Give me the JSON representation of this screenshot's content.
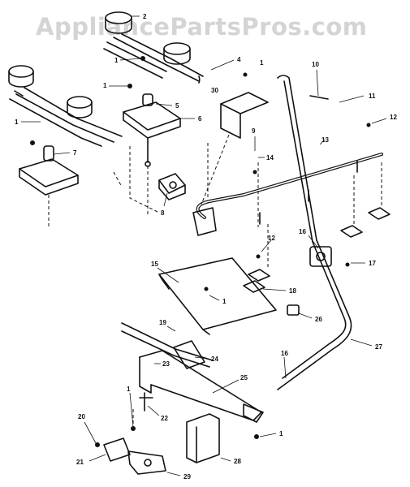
{
  "watermark": "AppliancePartsPros.com",
  "callouts": [
    {
      "id": "c2",
      "label": "2"
    },
    {
      "id": "c1a",
      "label": "1"
    },
    {
      "id": "c4",
      "label": "4"
    },
    {
      "id": "c1b",
      "label": "1"
    },
    {
      "id": "c10",
      "label": "10"
    },
    {
      "id": "c11",
      "label": "11"
    },
    {
      "id": "c12a",
      "label": "12"
    },
    {
      "id": "c30",
      "label": "30"
    },
    {
      "id": "c1c",
      "label": "1"
    },
    {
      "id": "c5",
      "label": "5"
    },
    {
      "id": "c1d",
      "label": "1"
    },
    {
      "id": "c6",
      "label": "6"
    },
    {
      "id": "c7",
      "label": "7"
    },
    {
      "id": "c9",
      "label": "9"
    },
    {
      "id": "c13",
      "label": "13"
    },
    {
      "id": "c14",
      "label": "14"
    },
    {
      "id": "c8",
      "label": "8"
    },
    {
      "id": "c16",
      "label": "16"
    },
    {
      "id": "c12b",
      "label": "12"
    },
    {
      "id": "c17",
      "label": "17"
    },
    {
      "id": "c15",
      "label": "15"
    },
    {
      "id": "c18",
      "label": "18"
    },
    {
      "id": "c1e",
      "label": "1"
    },
    {
      "id": "c26",
      "label": "26"
    },
    {
      "id": "c19",
      "label": "19"
    },
    {
      "id": "c24",
      "label": "24"
    },
    {
      "id": "c27",
      "label": "27"
    },
    {
      "id": "c23",
      "label": "23"
    },
    {
      "id": "c16b",
      "label": "16"
    },
    {
      "id": "c25",
      "label": "25"
    },
    {
      "id": "c1f",
      "label": "1"
    },
    {
      "id": "c22",
      "label": "22"
    },
    {
      "id": "c20",
      "label": "20"
    },
    {
      "id": "c1g",
      "label": "1"
    },
    {
      "id": "c21",
      "label": "21"
    },
    {
      "id": "c28",
      "label": "28"
    },
    {
      "id": "c29",
      "label": "29"
    }
  ]
}
